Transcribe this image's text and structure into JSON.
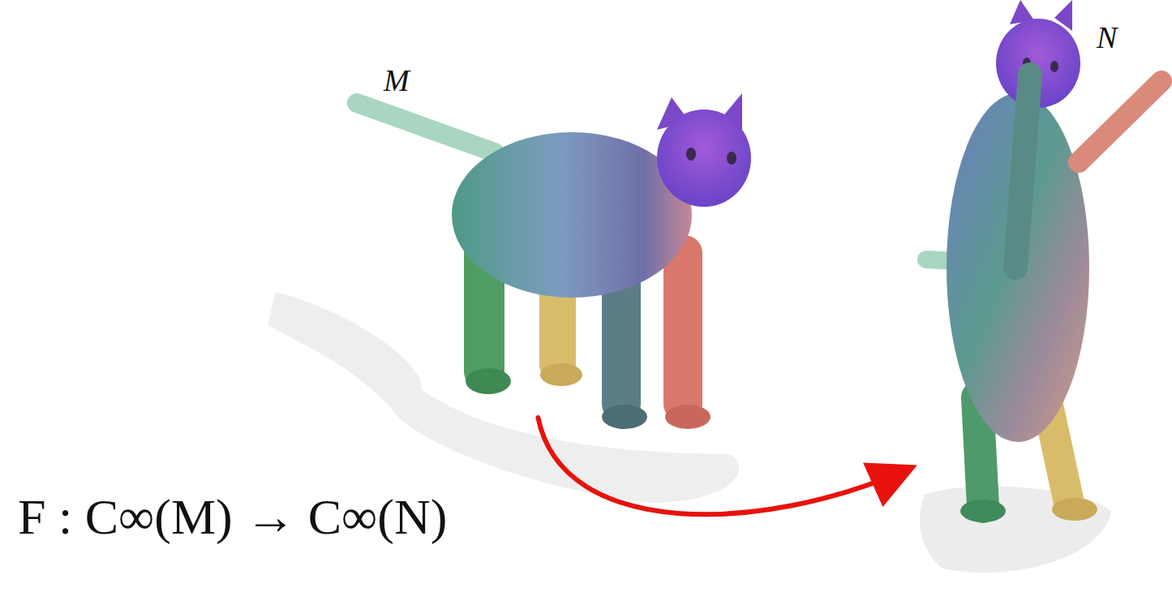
{
  "diagram": {
    "nodes": [
      {
        "text": [
          "M"
        ]
      },
      {
        "text": [
          "N"
        ]
      }
    ],
    "edges": [
      {
        "from": 0,
        "to": 1,
        "arrow": "to"
      }
    ],
    "labels": [
      "F : C∞(M) → C∞(N)"
    ]
  }
}
